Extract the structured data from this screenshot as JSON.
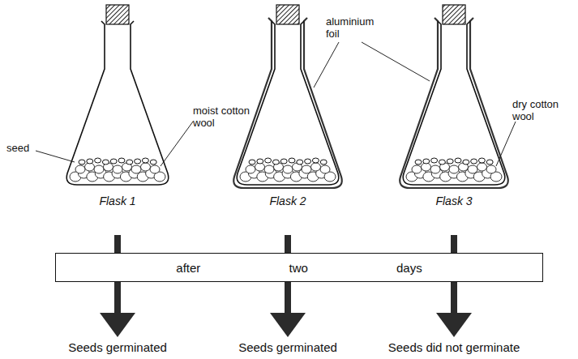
{
  "diagram": {
    "nodes": [
      {
        "text": [
          "after two days"
        ]
      }
    ],
    "labels": [
      "seed",
      "moist cotton wool",
      "aluminium foil",
      "dry cotton wool",
      "Flask 1",
      "Flask 2",
      "Flask 3",
      "Seeds germinated",
      "Seeds germinated",
      "Seeds did not germinate"
    ]
  }
}
